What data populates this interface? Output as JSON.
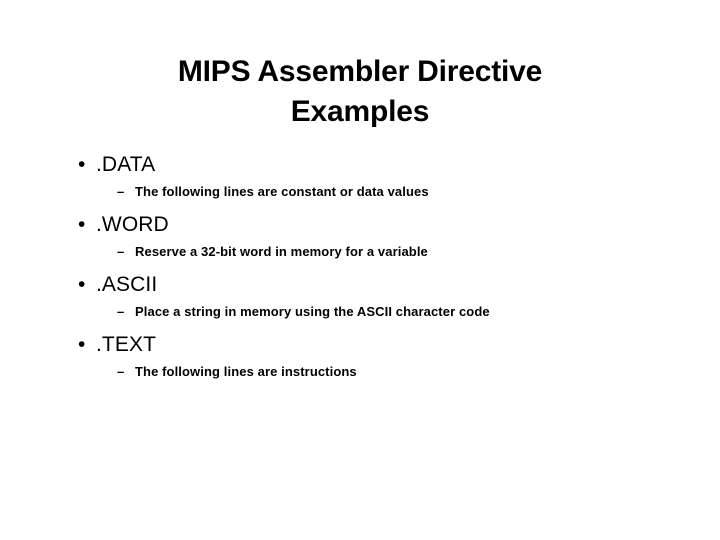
{
  "slide": {
    "background_color": "#ffffff",
    "text_color": "#000000",
    "title": {
      "full": "MIPS Assembler Directive Examples",
      "line1": "MIPS Assembler Directive",
      "line2": "Examples"
    },
    "bullet_marker": "•",
    "sub_bullet_marker": "–",
    "items": [
      {
        "label": ".DATA",
        "sub": "The following lines are constant or data values"
      },
      {
        "label": ".WORD",
        "sub": "Reserve a 32-bit word in memory for a variable"
      },
      {
        "label": ".ASCII",
        "sub": "Place a string in memory using the ASCII character code"
      },
      {
        "label": ".TEXT",
        "sub": "The following lines are instructions"
      }
    ]
  }
}
